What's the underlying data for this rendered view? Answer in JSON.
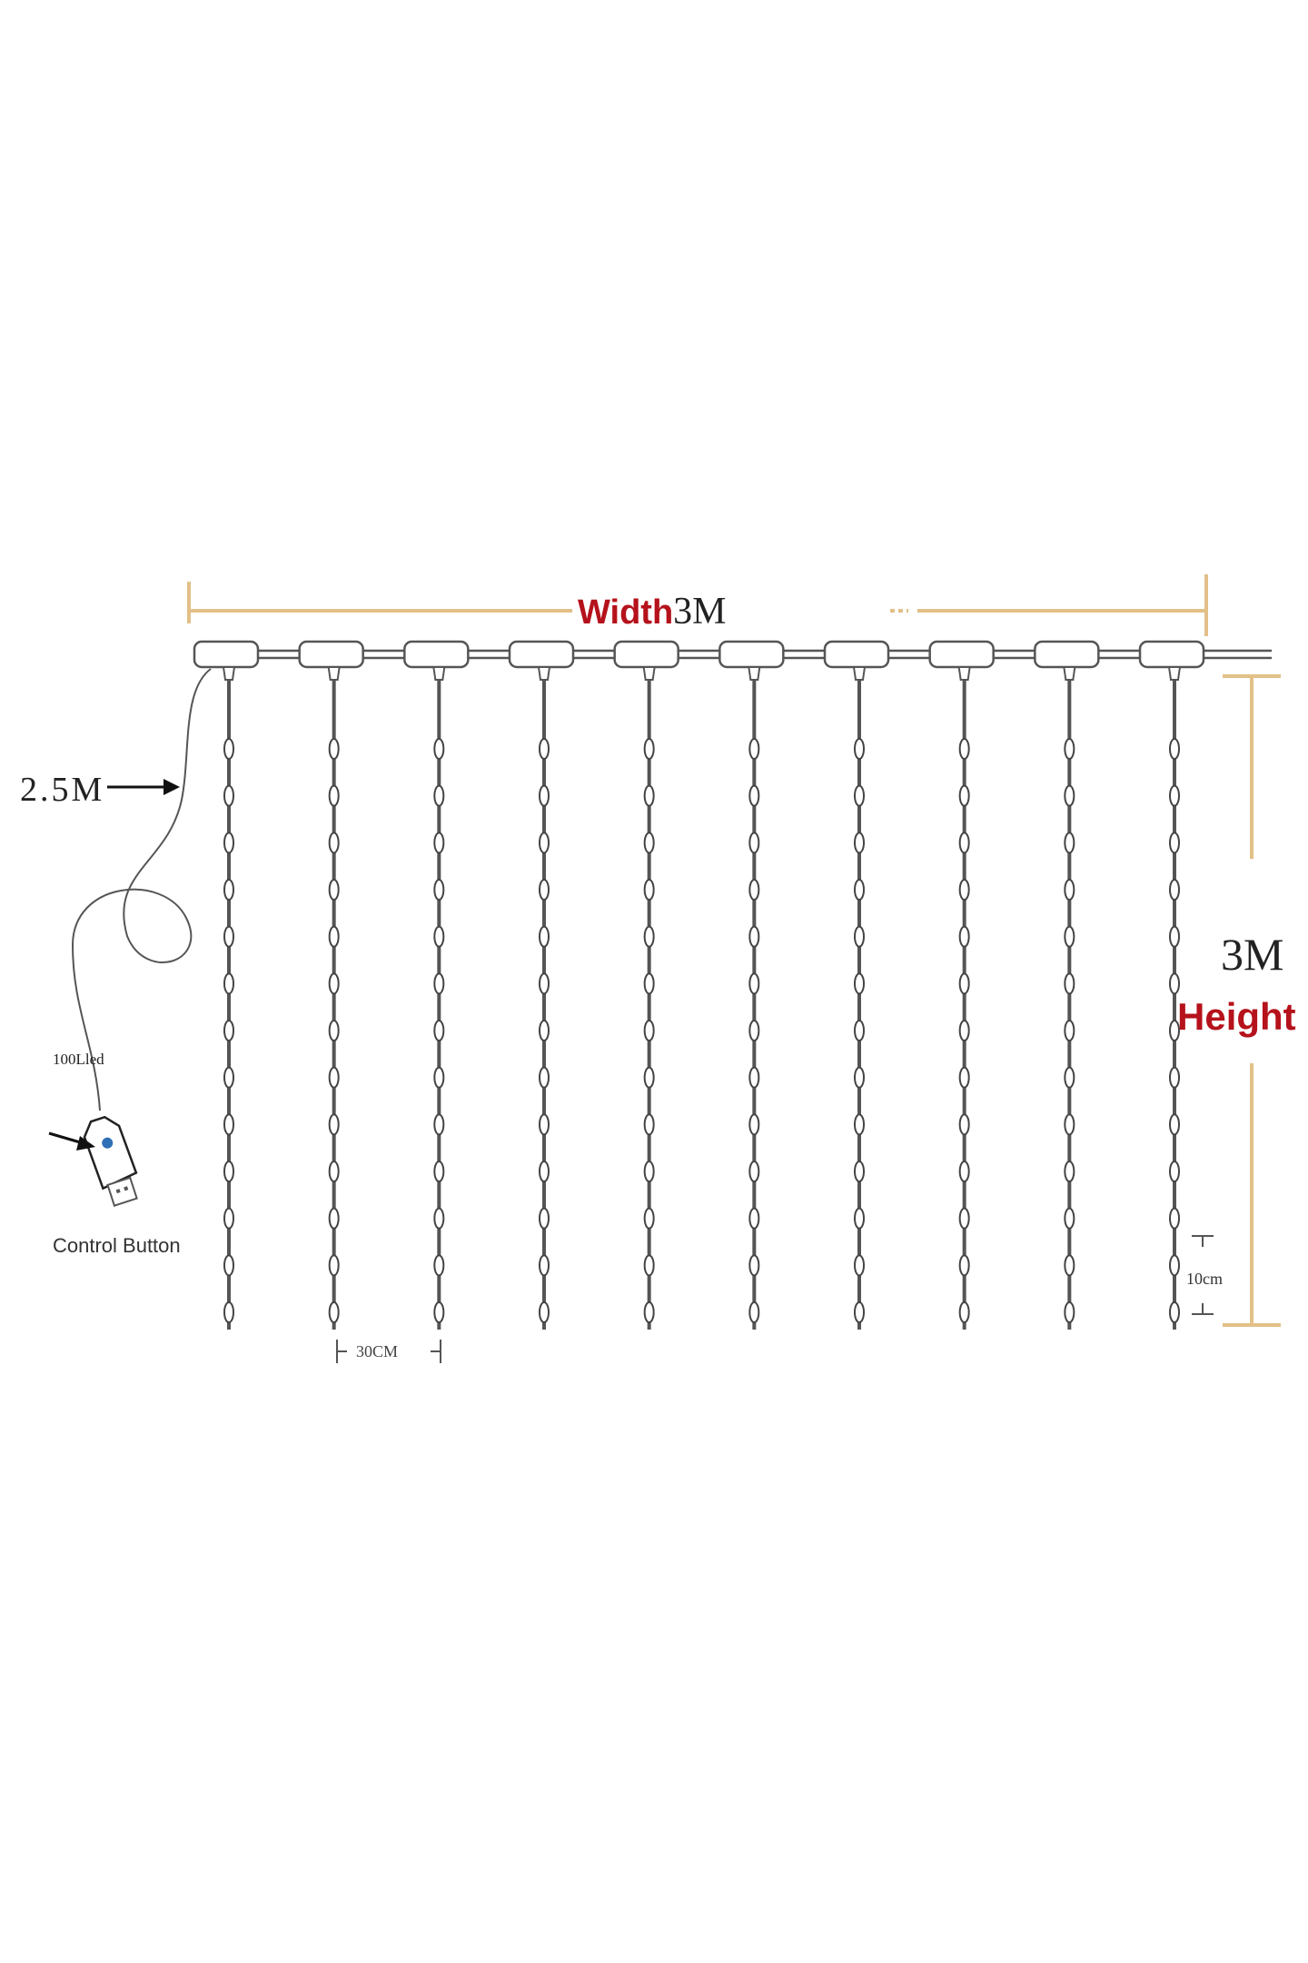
{
  "diagram": {
    "width_label": "Width",
    "width_value": "3M",
    "height_label": "Height",
    "height_value": "3M",
    "lead_length": "2.5M",
    "led_count": "100Lled",
    "control_button": "Control Button",
    "strand_spacing": "30CM",
    "led_spacing": "10cm",
    "strand_count": 10,
    "leds_per_strand_shown": 13,
    "colors": {
      "dimension_line": "#e2c088",
      "accent_red": "#b5121b",
      "wire": "#555555",
      "button_blue": "#2f6fb5"
    }
  }
}
